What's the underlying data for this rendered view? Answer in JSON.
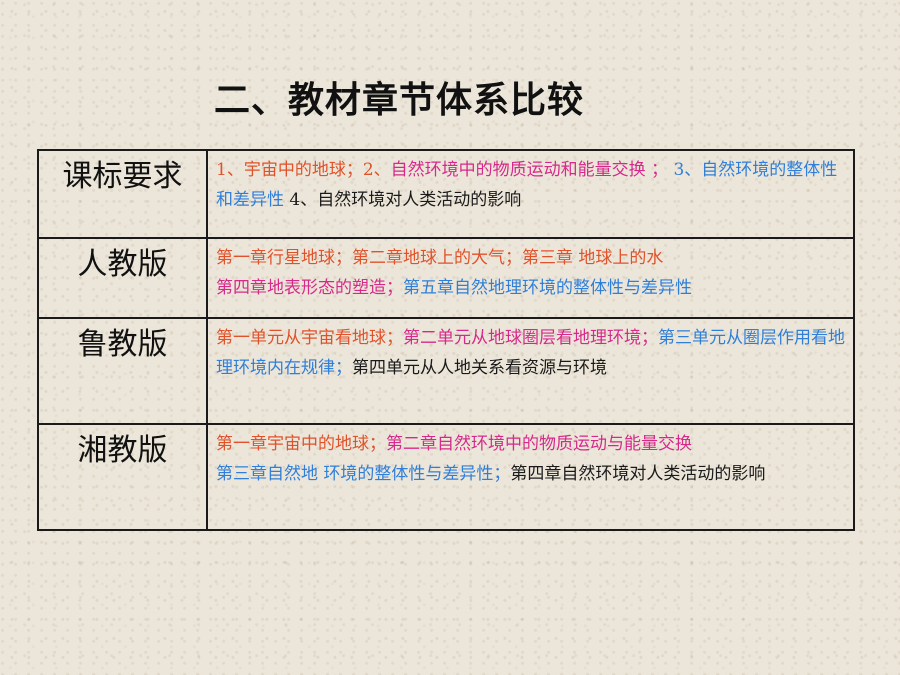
{
  "title": "二、教材章节体系比较",
  "colors": {
    "red": "#e0522a",
    "pink": "#d62a8a",
    "blue": "#2f7fd8",
    "black": "#1a1a1a",
    "background": "#ece6da"
  },
  "rows": [
    {
      "label": "课标要求",
      "segments": [
        {
          "text": "1、宇宙中的地球；2、",
          "color": "red"
        },
        {
          "text": "自然环境中的物质运动和能量交换 ；",
          "color": "pink"
        },
        {
          "text": " 3、自然环境的整体性和差异性",
          "color": "blue"
        },
        {
          "text": " 4、自然环境对人类活动的影响",
          "color": "black"
        }
      ]
    },
    {
      "label": "人教版",
      "segments": [
        {
          "text": "第一章行星地球；第二章地球上的大气；第三章 地球上的水",
          "color": "red"
        },
        {
          "text": "第四章地表形态的塑造；",
          "color": "pink"
        },
        {
          "text": "第五章自然地理环境的整体性与差异性",
          "color": "blue"
        }
      ]
    },
    {
      "label": "鲁教版",
      "segments": [
        {
          "text": "第一单元从宇宙看地球；",
          "color": "red"
        },
        {
          "text": "第二单元从地球圈层看地理环境；",
          "color": "pink"
        },
        {
          "text": "第三单元从圈层作用看地理环境内在规律；",
          "color": "blue"
        },
        {
          "text": "第四单元从人地关系看资源与环境",
          "color": "black"
        }
      ]
    },
    {
      "label": "湘教版",
      "segments": [
        {
          "text": "第一章宇宙中的地球；",
          "color": "red"
        },
        {
          "text": "第二章自然环境中的物质运动与能量交换",
          "color": "pink"
        },
        {
          "text": "第三章自然地 环境的整体性与差异性；",
          "color": "blue"
        },
        {
          "text": "第四章自然环境对人类活动的影响",
          "color": "black"
        }
      ]
    }
  ]
}
